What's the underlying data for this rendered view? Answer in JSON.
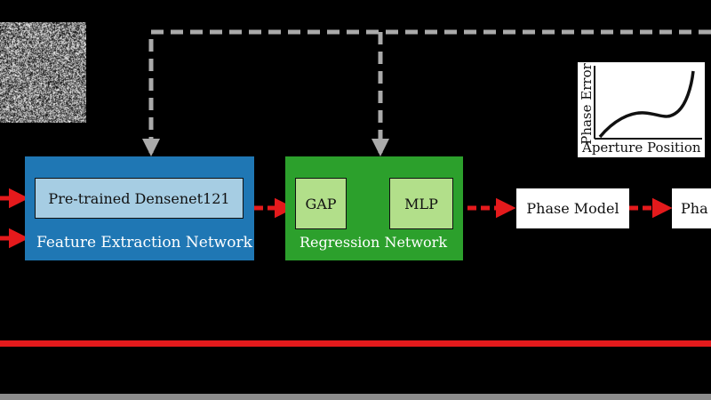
{
  "feature_extraction": {
    "title": "Feature Extraction Network",
    "pretrained_label": "Pre-trained Densenet121",
    "color": "#1f77b4",
    "inner_color": "#a6cde3"
  },
  "regression": {
    "title": "Regression Network",
    "gap_label": "GAP",
    "mlp_label": "MLP",
    "color": "#2ca02c",
    "inner_color": "#b2df8a"
  },
  "phase_model": {
    "label": "Phase Model"
  },
  "phase_output": {
    "label": "Pha"
  },
  "inset_plot": {
    "xlabel": "Aperture Position",
    "ylabel": "Phase Error"
  },
  "colors": {
    "arrow_red": "#e41a1c",
    "feedback_gray": "#aaaaaa",
    "bottom_bar": "#e41a1c"
  }
}
